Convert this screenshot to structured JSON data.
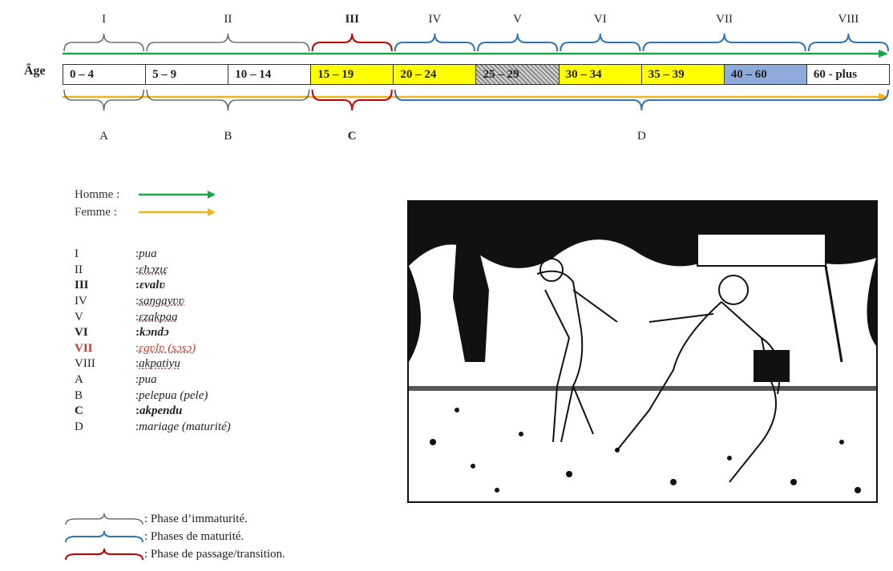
{
  "age_label": "Âge",
  "age_groups": [
    {
      "label": "0 – 4",
      "fill": "#ffffff"
    },
    {
      "label": "5 – 9",
      "fill": "#ffffff"
    },
    {
      "label": "10 – 14",
      "fill": "#ffffff"
    },
    {
      "label": "15 – 19",
      "fill": "#ffff00"
    },
    {
      "label": "20 – 24",
      "fill": "#ffff00"
    },
    {
      "label": "25 – 29",
      "fill": "hatch"
    },
    {
      "label": "30 – 34",
      "fill": "#ffff00"
    },
    {
      "label": "35 – 39",
      "fill": "#ffff00"
    },
    {
      "label": "40 – 60",
      "fill": "#8eaadb"
    },
    {
      "label": "60 - plus",
      "fill": "#ffffff"
    }
  ],
  "top_phases": [
    {
      "label": "I",
      "from": 0,
      "to": 1,
      "kind": "immaturity"
    },
    {
      "label": "II",
      "from": 1,
      "to": 3,
      "kind": "immaturity"
    },
    {
      "label": "III",
      "from": 3,
      "to": 4,
      "kind": "transition"
    },
    {
      "label": "IV",
      "from": 4,
      "to": 5,
      "kind": "maturity"
    },
    {
      "label": "V",
      "from": 5,
      "to": 6,
      "kind": "maturity"
    },
    {
      "label": "VI",
      "from": 6,
      "to": 7,
      "kind": "maturity"
    },
    {
      "label": "VII",
      "from": 7,
      "to": 9,
      "kind": "maturity"
    },
    {
      "label": "VIII",
      "from": 9,
      "to": 10,
      "kind": "maturity"
    }
  ],
  "bottom_phases": [
    {
      "label": "A",
      "from": 0,
      "to": 1,
      "kind": "immaturity"
    },
    {
      "label": "B",
      "from": 1,
      "to": 3,
      "kind": "immaturity"
    },
    {
      "label": "C",
      "from": 3,
      "to": 4,
      "kind": "transition"
    },
    {
      "label": "D",
      "from": 4,
      "to": 10,
      "kind": "maturity"
    }
  ],
  "colors": {
    "immaturity": "#555555",
    "maturity": "#2e75b6",
    "transition": "#c00000",
    "homme": "#1aa64a",
    "femme": "#f0b420"
  },
  "sex_legend": {
    "homme": "Homme :",
    "femme": "Femme :"
  },
  "terms": [
    {
      "key": "I",
      "sep": ": ",
      "value": "pua",
      "style": "plain"
    },
    {
      "key": "II",
      "sep": ": ",
      "value": "ɛhɔzɩɛ",
      "style": "plain"
    },
    {
      "key": "III",
      "sep": ": ",
      "value": "ɛvalʋ",
      "style": "bold"
    },
    {
      "key": "IV",
      "sep": ": ",
      "value": "saŋgayʋʋ",
      "style": "plain"
    },
    {
      "key": "V",
      "sep": ": ",
      "value": "ɛzakpaa",
      "style": "plain"
    },
    {
      "key": "VI",
      "sep": ": ",
      "value": "kɔndɔ",
      "style": "bold"
    },
    {
      "key": "VII",
      "sep": ": ",
      "value": "ɛgʋlʋ (sɔsɔ)",
      "style": "red"
    },
    {
      "key": "VIII",
      "sep": ": ",
      "value": "akpatiyu",
      "style": "plain"
    },
    {
      "key": "A",
      "sep": ": ",
      "value": "pua",
      "style": "plain"
    },
    {
      "key": "B",
      "sep": ": ",
      "value": "pelepua (pele)",
      "style": "plain"
    },
    {
      "key": "C",
      "sep": ": ",
      "value": "akpendu",
      "style": "bold"
    },
    {
      "key": "D",
      "sep": ": ",
      "value": "mariage (maturité)",
      "style": "plain"
    }
  ],
  "phase_legend": [
    {
      "kind": "immaturity",
      "label": ": Phase d’immaturité."
    },
    {
      "kind": "maturity",
      "label": ": Phases de maturité."
    },
    {
      "kind": "transition",
      "label": ": Phase de passage/transition."
    }
  ]
}
